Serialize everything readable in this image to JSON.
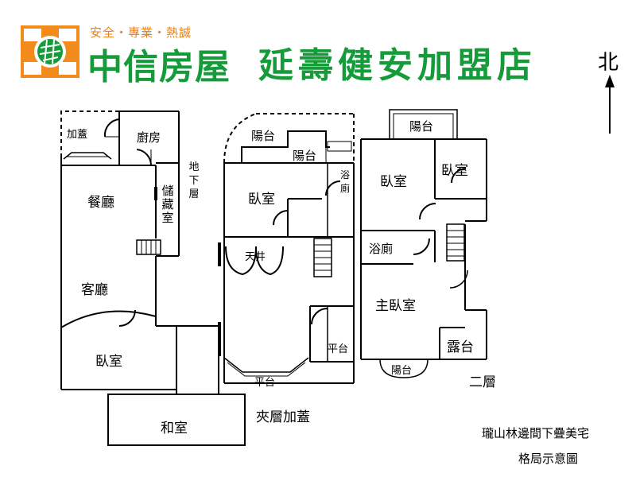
{
  "header": {
    "slogan": "安全・專業・熱誠",
    "brand": "中信房屋",
    "store": "延壽健安加盟店",
    "brand_color": "#169b3a",
    "accent_color": "#f28a1c"
  },
  "compass": {
    "north": "北"
  },
  "rooms": {
    "extension": "加蓋",
    "kitchen": "廚房",
    "dining": "餐廳",
    "storage": "儲藏室",
    "basement": "地下層",
    "living": "客廳",
    "bedroom_basement": "臥室",
    "japanese_room": "和室",
    "balcony_top": "陽台",
    "balcony_mid": "陽台",
    "mezz_bedroom": "臥室",
    "mezz_bath": "浴廁",
    "skylight": "天井",
    "terrace_right": "平台",
    "terrace_bottom": "平台",
    "mezz_label": "夾層加蓋",
    "balcony_2f_top": "陽台",
    "bedroom_2f_left": "臥室",
    "bedroom_2f_right": "臥室",
    "bath_2f": "浴廁",
    "master_bedroom": "主臥室",
    "deck": "露台",
    "balcony_2f_bottom": "陽台",
    "floor_2f": "二層"
  },
  "footer": {
    "property": "瓏山林邊間下疊美宅",
    "caption": "格局示意圖"
  }
}
